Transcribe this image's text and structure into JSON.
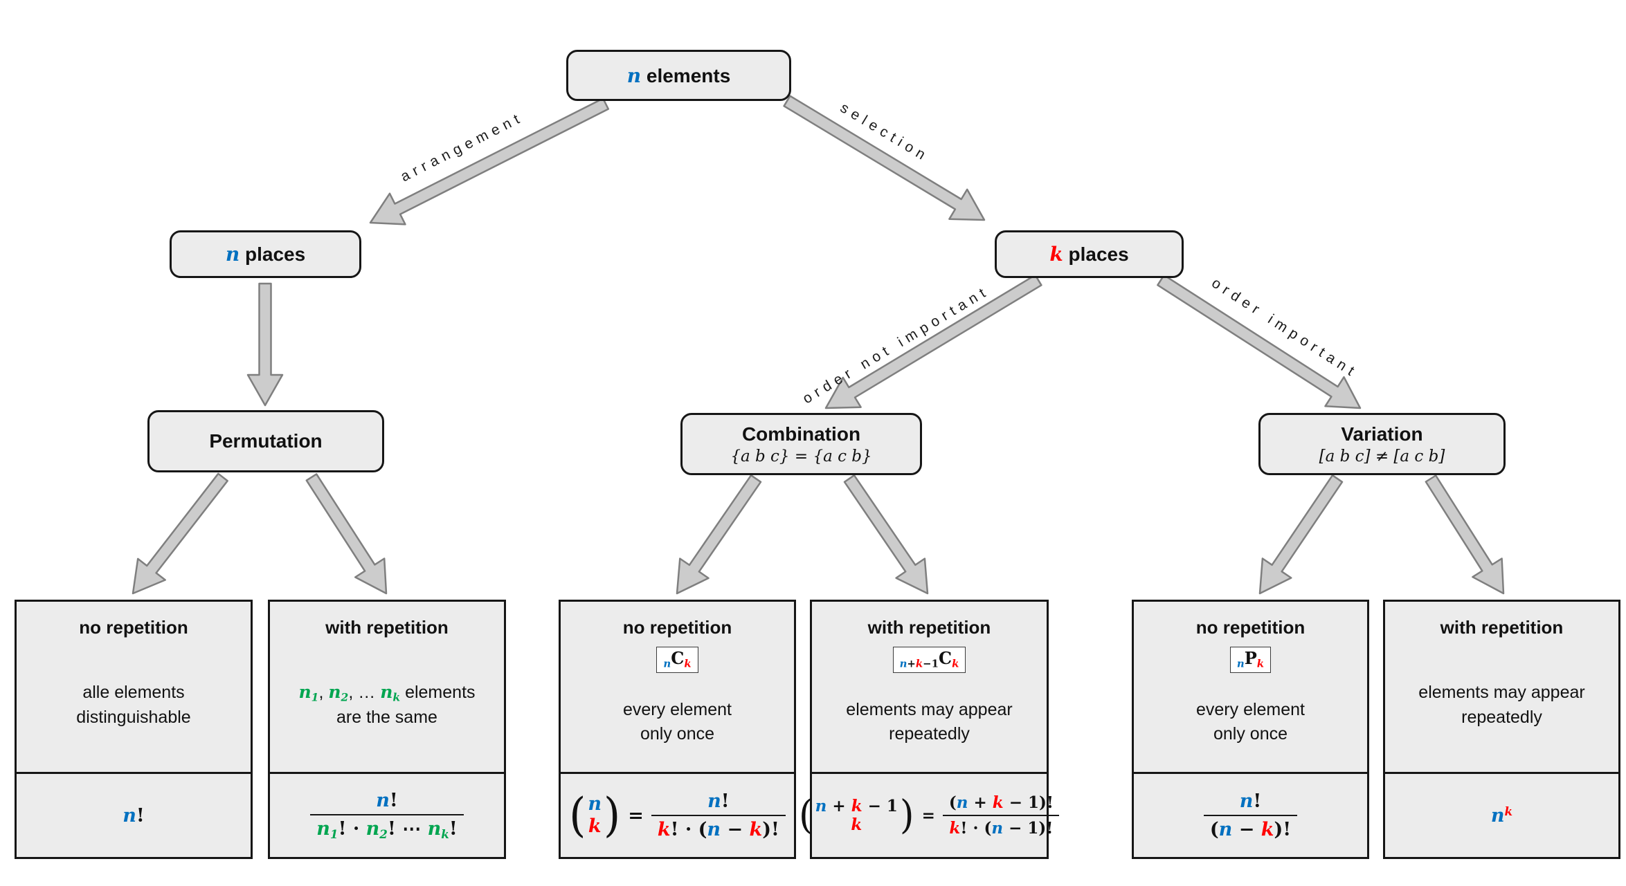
{
  "colors": {
    "n_blue": "#0070C0",
    "k_red": "#FF0000",
    "green": "#00A550",
    "box_fill": "#ececec",
    "arrow_fill": "#cccccc",
    "arrow_stroke": "#7f7f7f"
  },
  "nodes": {
    "root": {
      "tokens": [
        {
          "t": "n",
          "c": "b"
        },
        {
          "t": " elements",
          "c": "k"
        }
      ]
    },
    "n_places": {
      "tokens": [
        {
          "t": "n",
          "c": "b"
        },
        {
          "t": " places",
          "c": "k"
        }
      ]
    },
    "k_places": {
      "tokens": [
        {
          "t": "k",
          "c": "r"
        },
        {
          "t": " places",
          "c": "k"
        }
      ]
    },
    "permutation": {
      "title": "Permutation"
    },
    "combination": {
      "title": "Combination",
      "subtitle": "{a b c} = {a c b}"
    },
    "variation": {
      "title": "Variation",
      "subtitle": "[a b c] ≠ [a c b]"
    }
  },
  "edges": {
    "arrangement": "arrangement",
    "selection": "selection",
    "order_not_important": "order not important",
    "order_important": "order important"
  },
  "leaf1": {
    "title": "no repetition",
    "desc1": "alle elements",
    "desc2": "distinguishable",
    "formula": [
      {
        "t": "n",
        "c": "b"
      },
      {
        "t": "!",
        "c": "k"
      }
    ]
  },
  "leaf2": {
    "title": "with repetition",
    "desc1_tokens": [
      {
        "t": "n",
        "c": "g"
      },
      {
        "t": "1",
        "c": "g",
        "v": "sub"
      },
      {
        "t": ", ",
        "c": "k"
      },
      {
        "t": "n",
        "c": "g"
      },
      {
        "t": "2",
        "c": "g",
        "v": "sub"
      },
      {
        "t": ", … ",
        "c": "k"
      },
      {
        "t": "n",
        "c": "g"
      },
      {
        "t": "k",
        "c": "g",
        "v": "sub"
      },
      {
        "t": " elements",
        "c": "k"
      }
    ],
    "desc2": "are the same",
    "num": [
      {
        "t": "n",
        "c": "b"
      },
      {
        "t": "!",
        "c": "k"
      }
    ],
    "den": [
      {
        "t": "n",
        "c": "g"
      },
      {
        "t": "1",
        "c": "g",
        "v": "sub"
      },
      {
        "t": "! · ",
        "c": "k"
      },
      {
        "t": "n",
        "c": "g"
      },
      {
        "t": "2",
        "c": "g",
        "v": "sub"
      },
      {
        "t": "! ⋯ ",
        "c": "k"
      },
      {
        "t": "n",
        "c": "g"
      },
      {
        "t": "k",
        "c": "g",
        "v": "sub"
      },
      {
        "t": "!",
        "c": "k"
      }
    ]
  },
  "leaf3": {
    "title": "no repetition",
    "badge": [
      {
        "t": "n",
        "c": "b",
        "v": "sub"
      },
      {
        "t": "C",
        "c": "k"
      },
      {
        "t": "k",
        "c": "r",
        "v": "sub"
      }
    ],
    "desc1": "every element",
    "desc2": "only once",
    "paren_open": "(",
    "paren_close": ")",
    "binom_top": [
      {
        "t": "n",
        "c": "b"
      }
    ],
    "binom_bottom": [
      {
        "t": "k",
        "c": "r"
      }
    ],
    "eq": "=",
    "num": [
      {
        "t": "n",
        "c": "b"
      },
      {
        "t": "!",
        "c": "k"
      }
    ],
    "den": [
      {
        "t": "k",
        "c": "r"
      },
      {
        "t": "! · (",
        "c": "k"
      },
      {
        "t": "n",
        "c": "b"
      },
      {
        "t": " − ",
        "c": "k"
      },
      {
        "t": "k",
        "c": "r"
      },
      {
        "t": ")!",
        "c": "k"
      }
    ]
  },
  "leaf4": {
    "title": "with repetition",
    "badge": [
      {
        "t": "n",
        "c": "b",
        "v": "sub"
      },
      {
        "t": "+",
        "c": "k",
        "v": "sub"
      },
      {
        "t": "k",
        "c": "r",
        "v": "sub"
      },
      {
        "t": "−1",
        "c": "k",
        "v": "sub"
      },
      {
        "t": "C",
        "c": "k"
      },
      {
        "t": "k",
        "c": "r",
        "v": "sub"
      }
    ],
    "desc1": "elements may appear",
    "desc2": "repeatedly",
    "paren_open": "(",
    "paren_close": ")",
    "binom_top": [
      {
        "t": "n",
        "c": "b"
      },
      {
        "t": " + ",
        "c": "k"
      },
      {
        "t": "k",
        "c": "r"
      },
      {
        "t": " − 1",
        "c": "k"
      }
    ],
    "binom_bottom": [
      {
        "t": "k",
        "c": "r"
      }
    ],
    "eq": "=",
    "num": [
      {
        "t": "(",
        "c": "k"
      },
      {
        "t": "n",
        "c": "b"
      },
      {
        "t": " + ",
        "c": "k"
      },
      {
        "t": "k",
        "c": "r"
      },
      {
        "t": " − 1)!",
        "c": "k"
      }
    ],
    "den": [
      {
        "t": "k",
        "c": "r"
      },
      {
        "t": "! · (",
        "c": "k"
      },
      {
        "t": "n",
        "c": "b"
      },
      {
        "t": " − 1)!",
        "c": "k"
      }
    ]
  },
  "leaf5": {
    "title": "no repetition",
    "badge": [
      {
        "t": "n",
        "c": "b",
        "v": "sub"
      },
      {
        "t": "P",
        "c": "k"
      },
      {
        "t": "k",
        "c": "r",
        "v": "sub"
      }
    ],
    "desc1": "every element",
    "desc2": "only once",
    "num": [
      {
        "t": "n",
        "c": "b"
      },
      {
        "t": "!",
        "c": "k"
      }
    ],
    "den": [
      {
        "t": "(",
        "c": "k"
      },
      {
        "t": "n",
        "c": "b"
      },
      {
        "t": " − ",
        "c": "k"
      },
      {
        "t": "k",
        "c": "r"
      },
      {
        "t": ")!",
        "c": "k"
      }
    ]
  },
  "leaf6": {
    "title": "with repetition",
    "desc1": "elements may appear",
    "desc2": "repeatedly",
    "formula": [
      {
        "t": "n",
        "c": "b"
      },
      {
        "t": "k",
        "c": "r",
        "v": "sup"
      }
    ]
  }
}
